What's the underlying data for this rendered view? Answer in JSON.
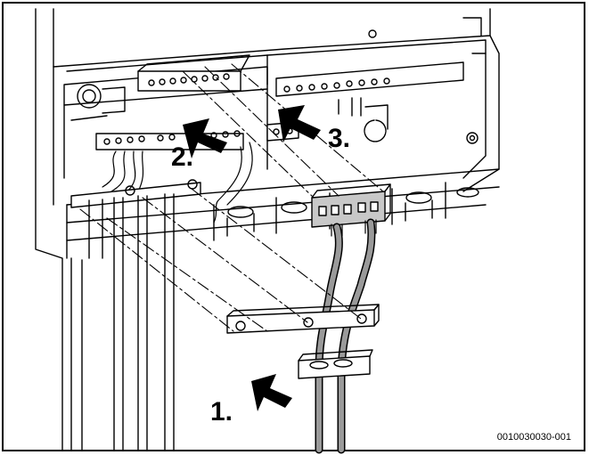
{
  "figure": {
    "figure_id": "0010030030-001"
  },
  "steps": [
    {
      "label": "1."
    },
    {
      "label": "2."
    },
    {
      "label": "3."
    }
  ],
  "colors": {
    "line": "#000000",
    "cable_fill": "#9a9a9a",
    "terminal_fill": "#c8c8c8",
    "background": "#ffffff"
  }
}
